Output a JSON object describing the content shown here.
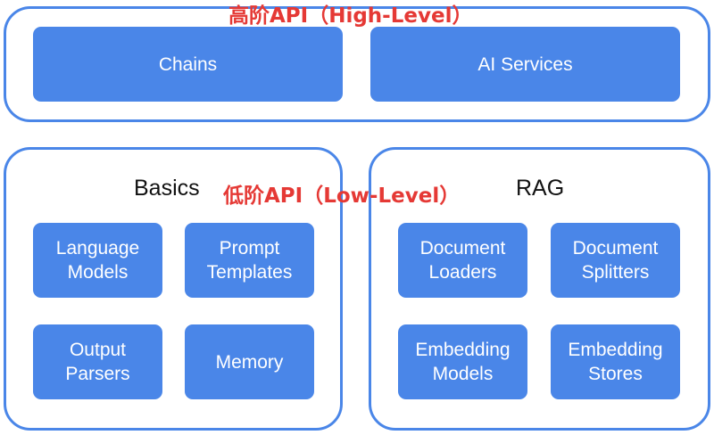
{
  "colors": {
    "accent": "#4a86e8",
    "box_text": "#ffffff",
    "overlay_text": "#e53935"
  },
  "high_level": {
    "overlay_label": "高阶API（High-Level）",
    "boxes": [
      "Chains",
      "AI Services"
    ]
  },
  "low_level": {
    "overlay_label": "低阶API（Low-Level）",
    "basics": {
      "title": "Basics",
      "boxes": [
        "Language\nModels",
        "Prompt\nTemplates",
        "Output\nParsers",
        "Memory"
      ]
    },
    "rag": {
      "title": "RAG",
      "boxes": [
        "Document\nLoaders",
        "Document\nSplitters",
        "Embedding\nModels",
        "Embedding\nStores"
      ]
    }
  }
}
